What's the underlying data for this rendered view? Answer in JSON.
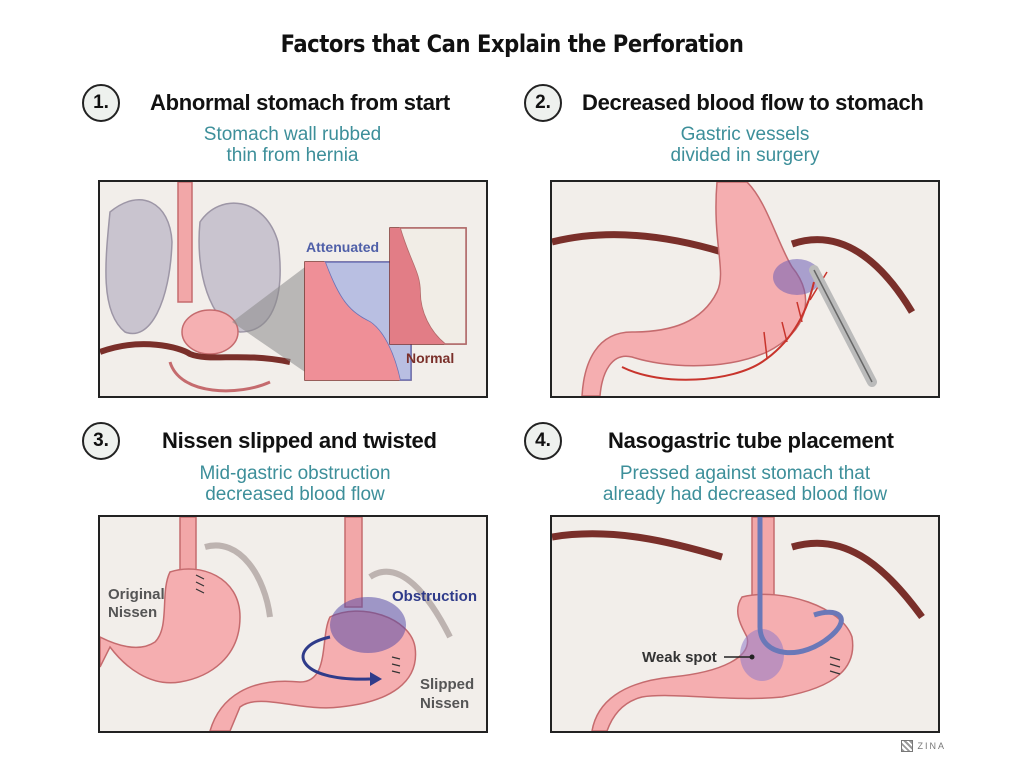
{
  "title": "Factors that Can Explain the Perforation",
  "factors": [
    {
      "number": "1.",
      "heading": "Abnormal stomach from start",
      "subtitle_lines": [
        "Stomach wall rubbed",
        "thin from hernia"
      ],
      "labels": {
        "attenuated": "Attenuated",
        "normal": "Normal"
      }
    },
    {
      "number": "2.",
      "heading": "Decreased blood flow to stomach",
      "subtitle_lines": [
        "Gastric vessels",
        "divided in surgery"
      ]
    },
    {
      "number": "3.",
      "heading": "Nissen slipped and twisted",
      "subtitle_lines": [
        "Mid-gastric obstruction",
        "decreased blood flow"
      ],
      "labels": {
        "original_line1": "Original",
        "original_line2": "Nissen",
        "obstruction": "Obstruction",
        "slipped_line1": "Slipped",
        "slipped_line2": "Nissen"
      }
    },
    {
      "number": "4.",
      "heading": "Nasogastric tube placement",
      "subtitle_lines": [
        "Pressed against stomach that",
        "already had decreased blood flow"
      ],
      "labels": {
        "weak_spot": "Weak spot"
      }
    }
  ],
  "signature": "ZINA",
  "colors": {
    "accent_text": "#3d8f9a",
    "stomach": "#f2a7a8",
    "panel_bg": "#f2eeea",
    "obstruction": "#3a3f8f",
    "artery": "#c8342c"
  }
}
